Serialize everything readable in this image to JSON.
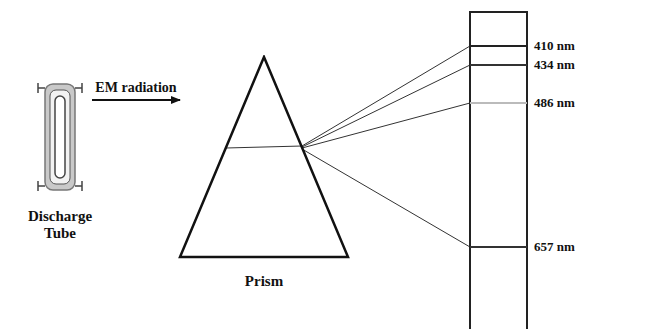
{
  "diagram": {
    "nodes": [
      {
        "text": [
          "Discharge Tube"
        ]
      },
      {
        "text": [
          "Prism"
        ]
      }
    ],
    "edges": [
      {
        "from": 0,
        "to": 1,
        "label": "EM radiation",
        "arrow": "to"
      }
    ],
    "labels": [
      "410 nm",
      "434 nm",
      "486 nm",
      "657 nm"
    ]
  }
}
